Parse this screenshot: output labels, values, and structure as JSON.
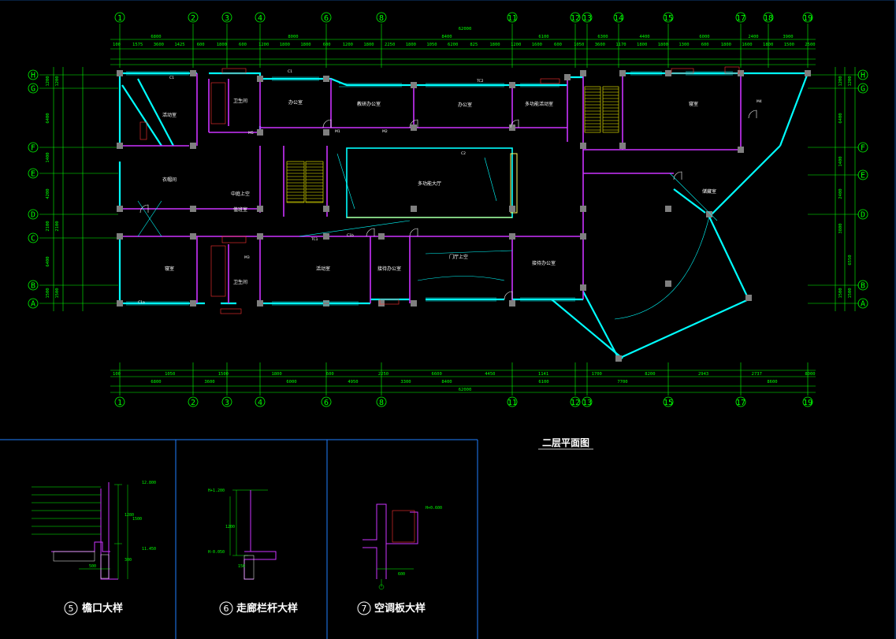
{
  "drawing": {
    "title": "二层平面图",
    "axes_top": [
      "1",
      "2",
      "3",
      "4",
      "6",
      "8",
      "11",
      "12",
      "13",
      "14",
      "15",
      "17",
      "18",
      "19"
    ],
    "axes_bottom": [
      "1",
      "2",
      "3",
      "4",
      "6",
      "8",
      "11",
      "12",
      "13",
      "15",
      "17",
      "19"
    ],
    "axes_left": [
      "H",
      "G",
      "F",
      "E",
      "D",
      "C",
      "B",
      "A"
    ],
    "axes_right": [
      "H",
      "G",
      "F",
      "E",
      "D",
      "B",
      "A"
    ],
    "total_dimension": "62000",
    "dims_top_row1": [
      "6800",
      "8000",
      "8400",
      "6100",
      "6300",
      "4400",
      "6000",
      "2400",
      "3900"
    ],
    "dims_top_row2": [
      "100",
      "1575",
      "3600",
      "1425",
      "600",
      "1800",
      "600",
      "1200",
      "1800",
      "1800",
      "600",
      "1200",
      "1800",
      "2250",
      "1800",
      "1050",
      "6200",
      "825",
      "1800",
      "1200",
      "1600",
      "600",
      "1050",
      "3600",
      "1170",
      "1800",
      "1800",
      "1300",
      "600",
      "1800",
      "1600",
      "1800",
      "1500",
      "2500"
    ],
    "dims_bottom_row1": [
      "100",
      "1050",
      "1500",
      "1800",
      "600",
      "2250",
      "6600",
      "4450",
      "1141",
      "1700",
      "8200",
      "2943",
      "2737",
      "8000"
    ],
    "dims_bottom_row2": [
      "6800",
      "3600",
      "6000",
      "4950",
      "3300",
      "8400",
      "6100",
      "7700",
      "8600"
    ],
    "dims_left": [
      "1200",
      "1200",
      "6400",
      "1400",
      "4200",
      "2100",
      "2100",
      "6400",
      "1500",
      "1500"
    ],
    "dims_right": [
      "1200",
      "1200",
      "6400",
      "1400",
      "2400",
      "3800",
      "6550",
      "1500",
      "1500"
    ],
    "rooms": [
      {
        "id": "r-west-top",
        "label": "活动室"
      },
      {
        "id": "r-toilet-top",
        "label": "卫生间"
      },
      {
        "id": "r-duty",
        "label": "值班室"
      },
      {
        "id": "r-office1",
        "label": "办公室"
      },
      {
        "id": "r-office2",
        "label": "教研办公室"
      },
      {
        "id": "r-office3",
        "label": "办公室"
      },
      {
        "id": "r-east-top",
        "label": "多功能活动室"
      },
      {
        "id": "r-west-mid",
        "label": "寝室"
      },
      {
        "id": "r-store",
        "label": "衣帽间"
      },
      {
        "id": "r-atrium",
        "label": "中庭上空"
      },
      {
        "id": "r-hall",
        "label": "多功能大厅"
      },
      {
        "id": "r-storage-e",
        "label": "储藏室"
      },
      {
        "id": "r-west-bot",
        "label": "寝室"
      },
      {
        "id": "r-toilet-bot",
        "label": "卫生间"
      },
      {
        "id": "r-act-bot",
        "label": "活动室"
      },
      {
        "id": "r-meet",
        "label": "接待办公室"
      },
      {
        "id": "r-gate",
        "label": "门厅上空"
      },
      {
        "id": "r-reception",
        "label": "接待办公室"
      }
    ],
    "small_labels": [
      "C1",
      "C1",
      "M1",
      "M2",
      "M3",
      "TC1",
      "C1b",
      "C2",
      "M5",
      "TC2",
      "C1a",
      "M4"
    ]
  },
  "details": [
    {
      "num": "5",
      "title": "檐口大样",
      "elevations": [
        "12.800",
        "11.450"
      ],
      "dims": [
        "1280",
        "1500",
        "300",
        "500"
      ]
    },
    {
      "num": "6",
      "title": "走廊栏杆大样",
      "elevations": [
        "H+1.200",
        "H-0.050"
      ],
      "dims": [
        "1200",
        "150"
      ]
    },
    {
      "num": "7",
      "title": "空调板大样",
      "elevations": [
        "H+0.600"
      ],
      "dims": [
        "600"
      ]
    }
  ],
  "colors": {
    "background": "#000000",
    "axis": "#00ff00",
    "wall": "#00ffff",
    "partition": "#cc33ff",
    "column": "#7f7f7f",
    "text": "#ffffff",
    "frame": "#1f7fff",
    "stair": "#ffff00",
    "door": "#ffffff",
    "sanitary": "#ff3333"
  }
}
